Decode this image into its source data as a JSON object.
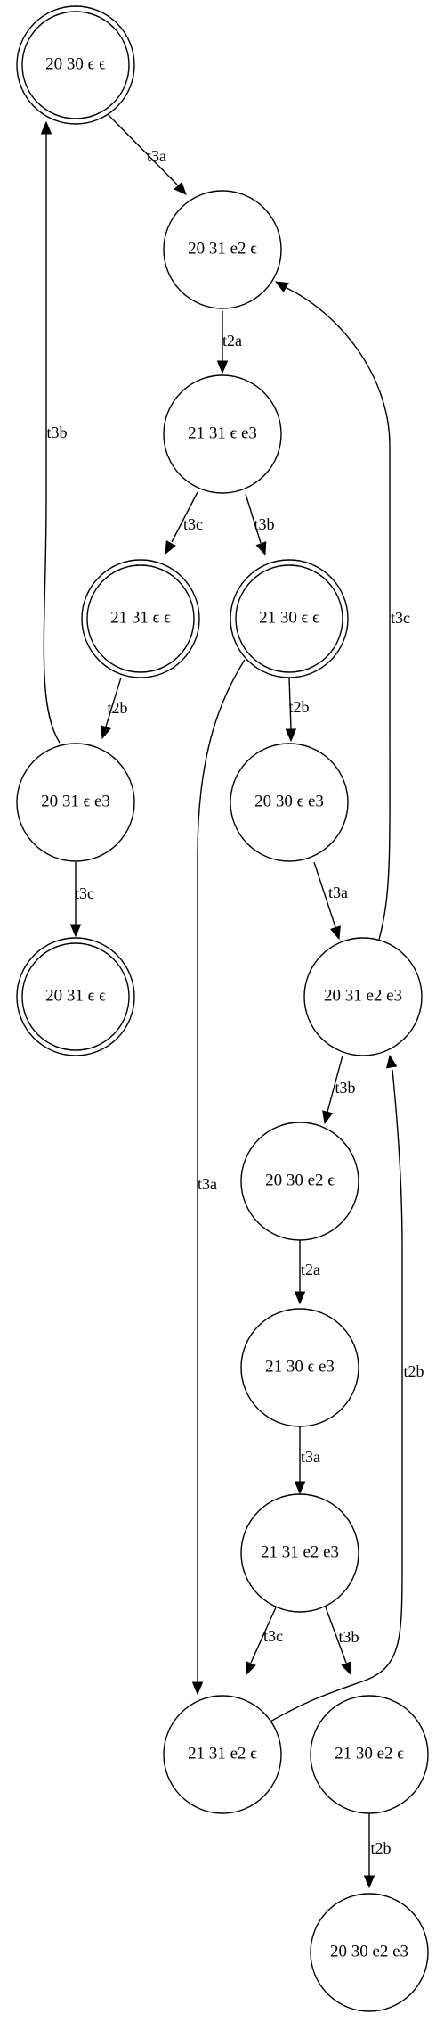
{
  "diagram": {
    "type": "state-transition-graph",
    "nodes": [
      {
        "id": "n1",
        "label": "20 30  ϵ ϵ",
        "accepting": true
      },
      {
        "id": "n2",
        "label": "20 31  e2 ϵ",
        "accepting": false
      },
      {
        "id": "n3",
        "label": "21 31  ϵ e3",
        "accepting": false
      },
      {
        "id": "n4",
        "label": "21 31  ϵ ϵ",
        "accepting": true
      },
      {
        "id": "n5",
        "label": "21 30  ϵ ϵ",
        "accepting": true
      },
      {
        "id": "n6",
        "label": "20 31  ϵ e3",
        "accepting": false
      },
      {
        "id": "n7",
        "label": "20 30  ϵ e3",
        "accepting": false
      },
      {
        "id": "n8",
        "label": "20 31  ϵ ϵ",
        "accepting": true
      },
      {
        "id": "n9",
        "label": "20 31  e2 e3",
        "accepting": false
      },
      {
        "id": "n10",
        "label": "20 30  e2 ϵ",
        "accepting": false
      },
      {
        "id": "n11",
        "label": "21 30  ϵ e3",
        "accepting": false
      },
      {
        "id": "n12",
        "label": "21 31  e2 e3",
        "accepting": false
      },
      {
        "id": "n13",
        "label": "21 31  e2 ϵ",
        "accepting": false
      },
      {
        "id": "n14",
        "label": "21 30  e2 ϵ",
        "accepting": false
      },
      {
        "id": "n15",
        "label": "20 30  e2 e3",
        "accepting": false
      }
    ],
    "edges": [
      {
        "id": "e1",
        "from": "n1",
        "to": "n2",
        "label": "t3a"
      },
      {
        "id": "e2",
        "from": "n2",
        "to": "n3",
        "label": "t2a"
      },
      {
        "id": "e3",
        "from": "n3",
        "to": "n4",
        "label": "t3c"
      },
      {
        "id": "e4",
        "from": "n3",
        "to": "n5",
        "label": "t3b"
      },
      {
        "id": "e5",
        "from": "n4",
        "to": "n6",
        "label": "t2b"
      },
      {
        "id": "e6",
        "from": "n6",
        "to": "n1",
        "label": "t3b"
      },
      {
        "id": "e7",
        "from": "n6",
        "to": "n8",
        "label": "t3c"
      },
      {
        "id": "e8",
        "from": "n5",
        "to": "n7",
        "label": "t2b"
      },
      {
        "id": "e9",
        "from": "n5",
        "to": "n13",
        "label": "t3a"
      },
      {
        "id": "e10",
        "from": "n7",
        "to": "n9",
        "label": "t3a"
      },
      {
        "id": "e11",
        "from": "n9",
        "to": "n2",
        "label": "t3c"
      },
      {
        "id": "e12",
        "from": "n9",
        "to": "n10",
        "label": "t3b"
      },
      {
        "id": "e13",
        "from": "n10",
        "to": "n11",
        "label": "t2a"
      },
      {
        "id": "e14",
        "from": "n11",
        "to": "n12",
        "label": "t3a"
      },
      {
        "id": "e15",
        "from": "n12",
        "to": "n13",
        "label": "t3c"
      },
      {
        "id": "e16",
        "from": "n12",
        "to": "n14",
        "label": "t3b"
      },
      {
        "id": "e17",
        "from": "n13",
        "to": "n9",
        "label": "t2b"
      },
      {
        "id": "e18",
        "from": "n14",
        "to": "n15",
        "label": "t2b"
      }
    ]
  }
}
